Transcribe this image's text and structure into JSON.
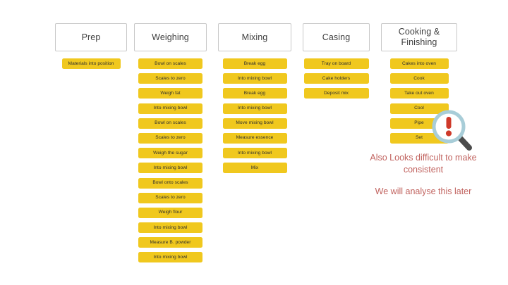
{
  "slide": {
    "background_color": "#ffffff",
    "card_color": "#f0c81e",
    "header_border_color": "#c8c8c8",
    "annotation_color": "#c1635f"
  },
  "columns": [
    {
      "id": "prep",
      "header": "Prep",
      "cards": [
        "Materials into position"
      ]
    },
    {
      "id": "weighing",
      "header": "Weighing",
      "cards": [
        "Bowl on scales",
        "Scales to zero",
        "Weigh fat",
        "Into mixing bowl",
        "Bowl on scales",
        "Scales to zero",
        "Weigh the sugar",
        "Into mixing bowl",
        "Bowl onto scales",
        "Scales to zero",
        "Weigh flour",
        "Into mixing bowl",
        "Measure B. powder",
        "Into mixing bowl"
      ]
    },
    {
      "id": "mixing",
      "header": "Mixing",
      "cards": [
        "Break egg",
        "Into mixing bowl",
        "Break egg",
        "Into mixing bowl",
        "Move mixing bowl",
        "Measure essence",
        "Into mixing bowl",
        "Mix"
      ]
    },
    {
      "id": "casing",
      "header": "Casing",
      "cards": [
        "Tray on board",
        "Cake holders",
        "Deposit mix"
      ]
    },
    {
      "id": "cooking",
      "header": "Cooking & Finishing",
      "header_lines": [
        "Cooking &",
        "Finishing"
      ],
      "cards": [
        "Cakes into oven",
        "Cook",
        "Take out oven",
        "Cool",
        "Pipe",
        "Set"
      ]
    }
  ],
  "annotation": {
    "paragraph_1": "Also Looks difficult to make consistent",
    "paragraph_2": "We will analyse this later"
  },
  "magnifier": {
    "icon": "magnifier-alert-icon",
    "ring_color": "#a8cdd8",
    "mark_color": "#cf3a2a",
    "handle_color": "#4b4b4b"
  }
}
